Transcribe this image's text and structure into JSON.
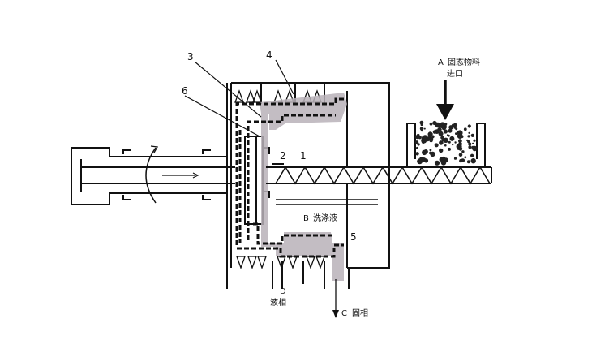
{
  "labels": {
    "n1": "1",
    "n2": "2",
    "n3": "3",
    "n4": "4",
    "n5": "5",
    "n6": "6",
    "a_letter": "A",
    "a_line1": "固态物料",
    "a_line2": "进口",
    "b_letter": "B",
    "b_text": "洗涤液",
    "c_letter": "C",
    "c_text": "固相",
    "d_letter": "D",
    "d_text": "液相"
  },
  "colors": {
    "line": "#111111",
    "solids": "#222222",
    "cake": "#b9b2b8"
  }
}
